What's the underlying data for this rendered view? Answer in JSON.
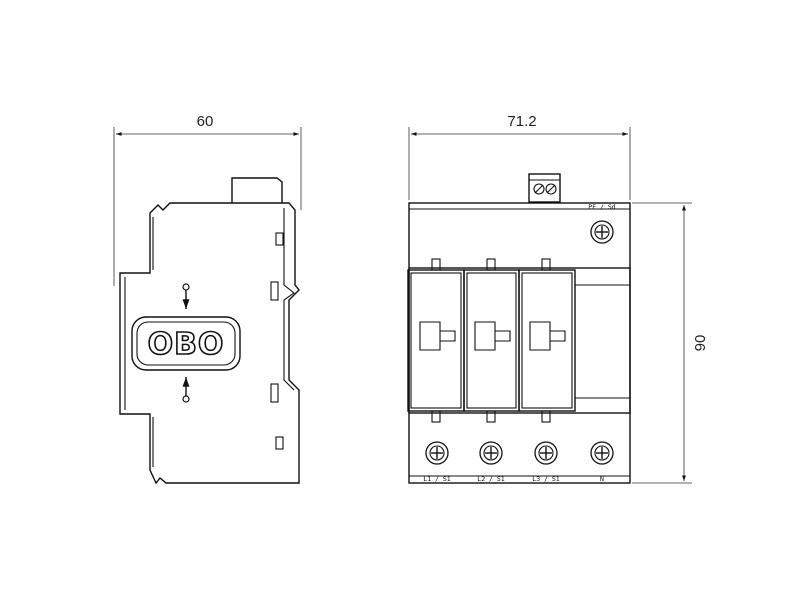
{
  "dimensions": {
    "side_width": "60",
    "front_width": "71.2",
    "front_height": "90"
  },
  "logo": {
    "text": "OBO"
  },
  "terminals": {
    "pe": "PE / Sd",
    "bottom": [
      "L1 / S1",
      "L2 / S1",
      "L3 / S1",
      "N"
    ]
  },
  "colors": {
    "line": "#111111",
    "background": "#ffffff"
  }
}
